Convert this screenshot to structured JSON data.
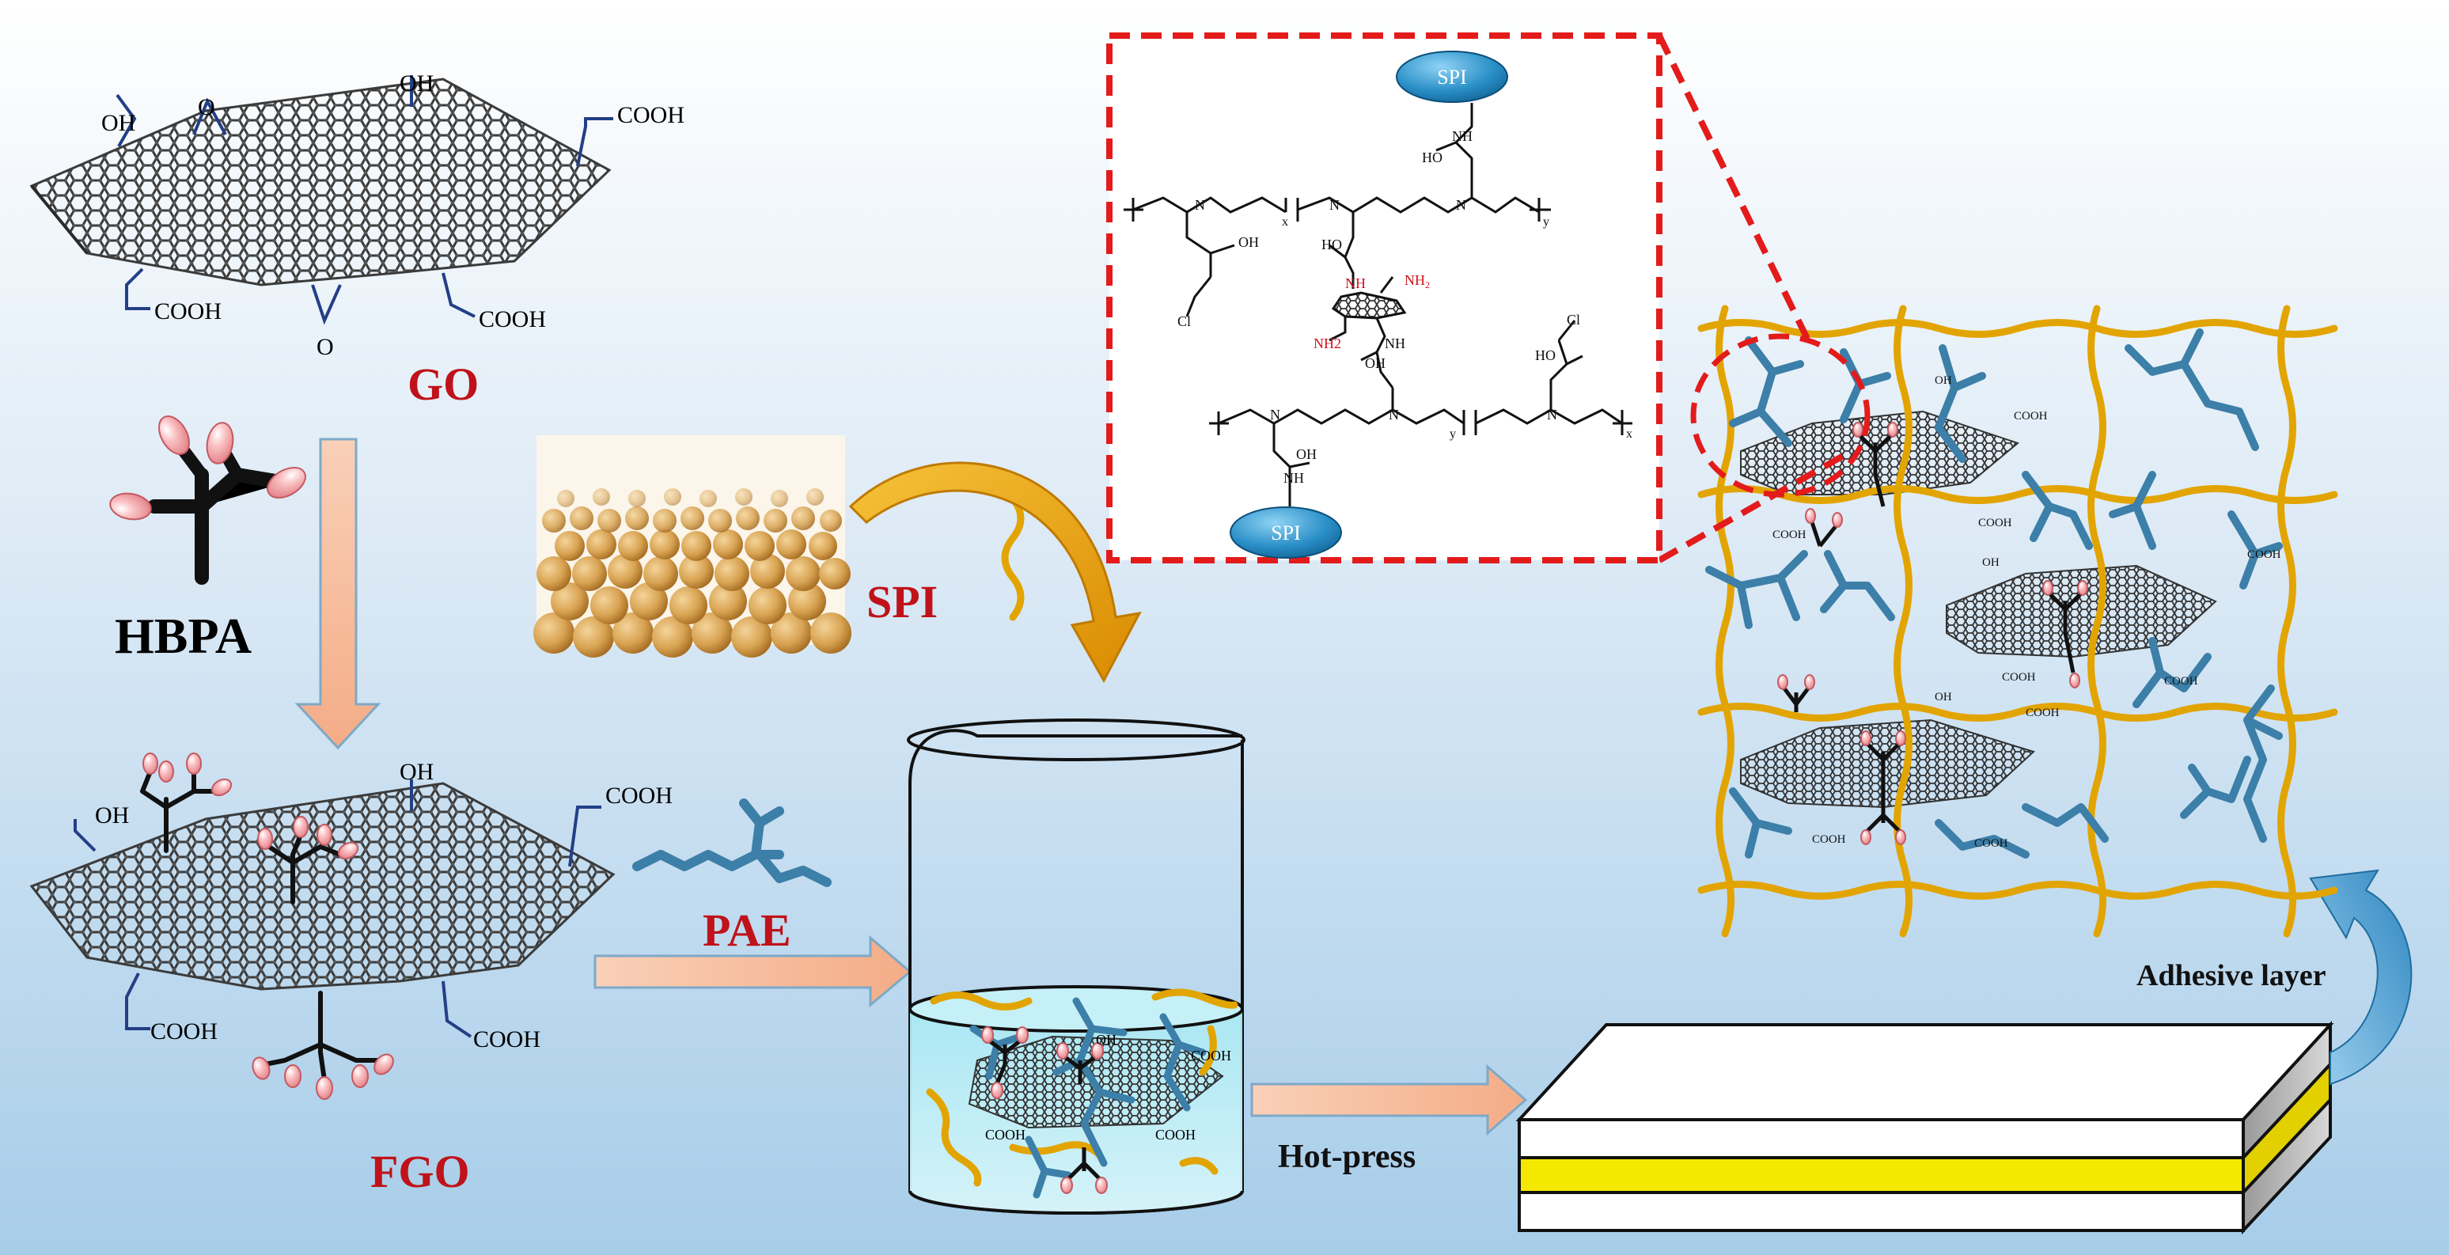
{
  "labels": {
    "go": "GO",
    "hbpa": "HBPA",
    "fgo": "FGO",
    "spi": "SPI",
    "pae": "PAE",
    "hot_press": "Hot-press",
    "adhesive_layer": "Adhesive layer"
  },
  "groups": {
    "oh": "OH",
    "o": "O",
    "cooh": "COOH",
    "nh": "NH",
    "ho": "HO",
    "cl": "Cl",
    "nh2": "NH2",
    "nh2_sub": "NH",
    "two": "2",
    "n": "N",
    "x": "x",
    "y": "y"
  },
  "spi_badge": "SPI",
  "colors": {
    "bg_top": "#ffffff",
    "bg_bottom": "#a7cde9",
    "title_red": "#c0121a",
    "dash_red": "#e31b1b",
    "arrow_fill": "#f7bfa0",
    "arrow_stroke": "#7ea9c8",
    "yellow_chain": "#e2a400",
    "blue_chain": "#3c7fa8",
    "sheet": "#3b3b3b",
    "petal": "#f49ca0",
    "layer_yellow": "#f5e800"
  }
}
